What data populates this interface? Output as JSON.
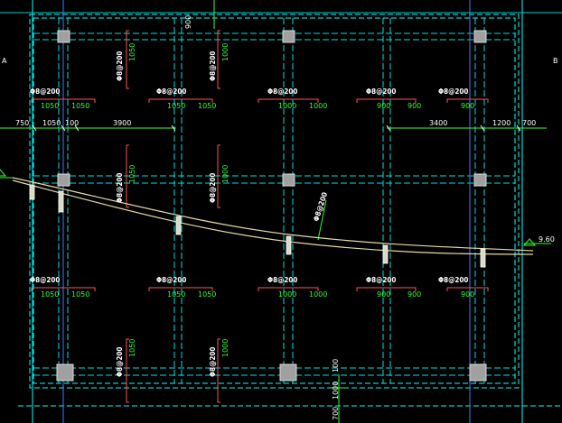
{
  "elevations": {
    "ramp_end": "9.60"
  },
  "edge_labels": {
    "left": "A",
    "right": "B"
  },
  "horizontal_rebar_label": "Φ8@200",
  "vertical_rebar_label": "Φ8@200",
  "rebar_rows": [
    {
      "labels": [
        "Φ8@200",
        "Φ8@200",
        "Φ8@200",
        "Φ8@200",
        "Φ8@200"
      ],
      "dims": [
        [
          "1050",
          "1050"
        ],
        [
          "1050",
          "1050"
        ],
        [
          "1000",
          "1000"
        ],
        [
          "900",
          "900"
        ],
        [
          "900"
        ]
      ]
    },
    {
      "labels": [
        "Φ8@200",
        "Φ8@200",
        "Φ8@200",
        "Φ8@200",
        "Φ8@200"
      ],
      "dims": [
        [
          "1050",
          "1050"
        ],
        [
          "1050",
          "1050"
        ],
        [
          "1000",
          "1000"
        ],
        [
          "900",
          "900"
        ],
        [
          "900"
        ]
      ]
    }
  ],
  "rebar_cols": [
    {
      "label": "Φ8@200",
      "dim": "1050"
    },
    {
      "label": "Φ8@200",
      "dim": "1000"
    },
    {
      "label": "Φ8@200",
      "dim": "1050"
    },
    {
      "label": "Φ8@200",
      "dim": "1000"
    },
    {
      "label": "Φ8@200",
      "dim": "1050"
    },
    {
      "label": "Φ8@200",
      "dim": "1000"
    }
  ],
  "top_dims_left": [
    "750",
    "1050",
    "100",
    "3900"
  ],
  "top_dims_right": [
    "3400",
    "1200",
    "700"
  ],
  "vertical_dims": {
    "top": "900",
    "bottom": [
      "1000",
      "700",
      "100"
    ]
  },
  "section_label": "Φ8@200"
}
